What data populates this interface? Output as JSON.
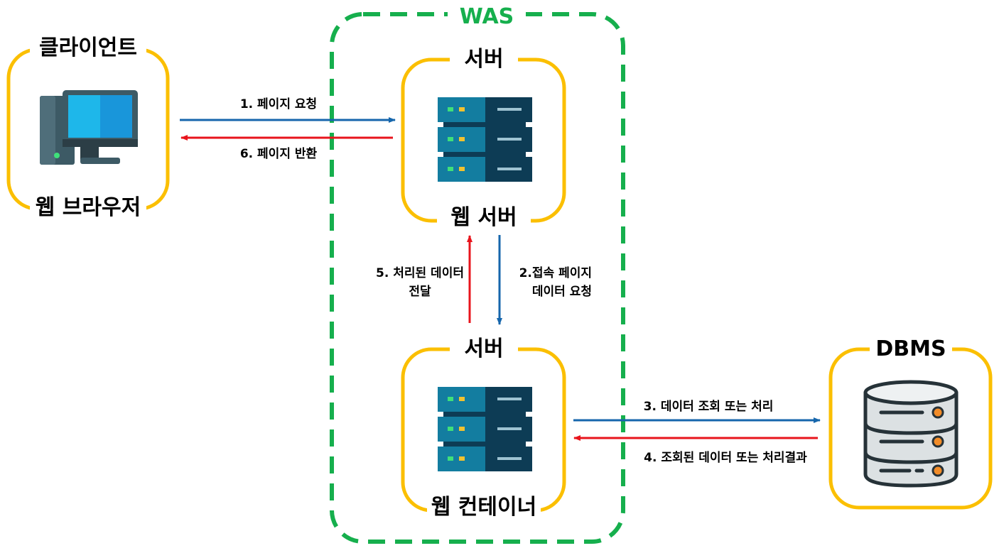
{
  "colors": {
    "box_border": "#FBBF00",
    "was_border": "#16AF4D",
    "request_arrow": "#1666AC",
    "response_arrow": "#E8141C",
    "text": "#000000",
    "server_dark": "#0D3C55",
    "server_light": "#137DA0",
    "server_led_green": "#3FE07A",
    "server_led_yellow": "#F2C230",
    "server_line": "#9EC3D2",
    "monitor_screen": "#1EB7EA",
    "monitor_frame": "#3D5A65",
    "db_body": "#DCE1E3",
    "db_outline": "#263238",
    "db_dot": "#F28C28"
  },
  "was": {
    "title": "WAS"
  },
  "client": {
    "title": "클라이언트",
    "subtitle": "웹 브라우저",
    "icon": "desktop-computer-icon"
  },
  "web_server": {
    "title": "서버",
    "subtitle": "웹 서버",
    "icon": "server-rack-icon"
  },
  "web_container": {
    "title": "서버",
    "subtitle": "웹 컨테이너",
    "icon": "server-rack-icon"
  },
  "dbms": {
    "title": "DBMS",
    "icon": "database-icon"
  },
  "arrows": {
    "step1": "1. 페이지 요청",
    "step2_line1": "2.접속 페이지",
    "step2_line2": "데이터 요청",
    "step3": "3. 데이터 조회 또는 처리",
    "step4": "4. 조회된 데이터 또는 처리결과",
    "step5_line1": "5. 처리된 데이터",
    "step5_line2": "전달",
    "step6": "6. 페이지 반환"
  }
}
